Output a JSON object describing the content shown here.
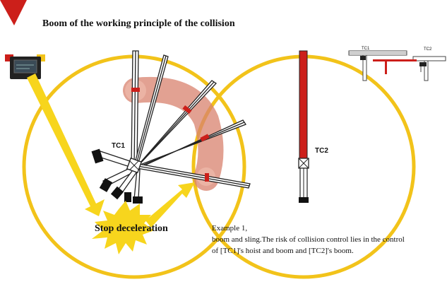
{
  "title": "Boom of the working principle of the collision",
  "labels": {
    "tc1": "TC1",
    "tc2": "TC2",
    "mini_tc1": "TC1",
    "mini_tc2": "TC2"
  },
  "stop_label": "Stop deceleration",
  "example": {
    "line1": "Example 1,",
    "line2": "boom and sling.The risk of collision control lies in the control",
    "line3": "of [TC1]'s hoist and boom and [TC2]'s boom."
  },
  "colors": {
    "circle": "#f2c31a",
    "arrow": "#f7d51d",
    "boom_red": "#cc1f1a",
    "zone_pink": "#d9826e",
    "corner": "#cc1f1a"
  }
}
